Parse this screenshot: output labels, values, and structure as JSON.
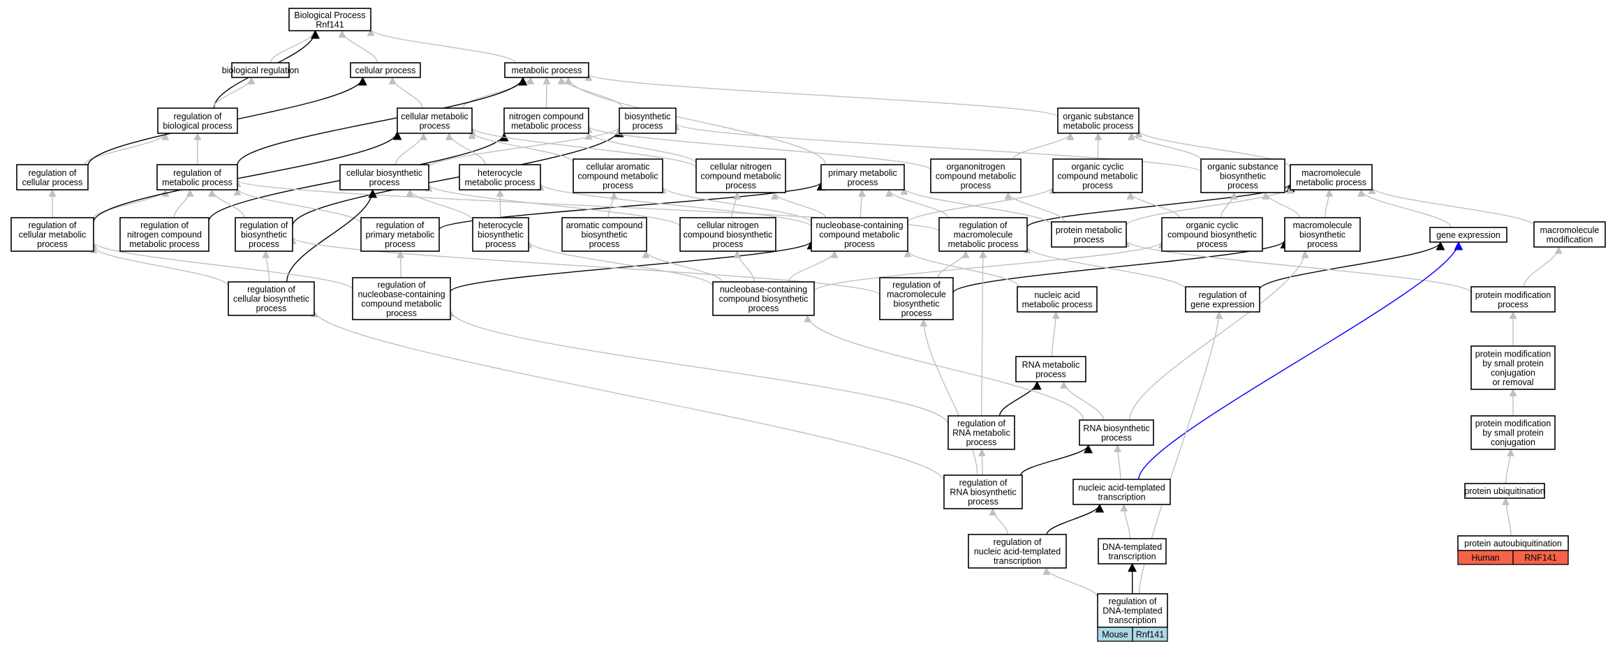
{
  "nodes": [
    {
      "id": "bp",
      "lines": [
        "Biological Process",
        "Rnf141"
      ]
    },
    {
      "id": "bioreg",
      "lines": [
        "biological regulation"
      ]
    },
    {
      "id": "cellproc",
      "lines": [
        "cellular process"
      ]
    },
    {
      "id": "metproc",
      "lines": [
        "metabolic process"
      ]
    },
    {
      "id": "regbio",
      "lines": [
        "regulation of",
        "biological process"
      ]
    },
    {
      "id": "cellmet",
      "lines": [
        "cellular metabolic",
        "process"
      ]
    },
    {
      "id": "nitro",
      "lines": [
        "nitrogen compound",
        "metabolic process"
      ]
    },
    {
      "id": "biosyn",
      "lines": [
        "biosynthetic",
        "process"
      ]
    },
    {
      "id": "orgsub",
      "lines": [
        "organic substance",
        "metabolic process"
      ]
    },
    {
      "id": "regcell",
      "lines": [
        "regulation of",
        "cellular process"
      ]
    },
    {
      "id": "regmet",
      "lines": [
        "regulation of",
        "metabolic process"
      ]
    },
    {
      "id": "cellbiosyn",
      "lines": [
        "cellular biosynthetic",
        "process"
      ]
    },
    {
      "id": "hetmet",
      "lines": [
        "heterocycle",
        "metabolic process"
      ]
    },
    {
      "id": "cellarom",
      "lines": [
        "cellular aromatic",
        "compound metabolic",
        "process"
      ]
    },
    {
      "id": "cellnitro",
      "lines": [
        "cellular nitrogen",
        "compound metabolic",
        "process"
      ]
    },
    {
      "id": "primary",
      "lines": [
        "primary metabolic",
        "process"
      ]
    },
    {
      "id": "organonitro",
      "lines": [
        "organonitrogen",
        "compound metabolic",
        "process"
      ]
    },
    {
      "id": "orgcyc",
      "lines": [
        "organic cyclic",
        "compound metabolic",
        "process"
      ]
    },
    {
      "id": "orgsubbio",
      "lines": [
        "organic substance",
        "biosynthetic",
        "process"
      ]
    },
    {
      "id": "macromet",
      "lines": [
        "macromolecule",
        "metabolic process"
      ]
    },
    {
      "id": "regcellmet",
      "lines": [
        "regulation of",
        "cellular metabolic",
        "process"
      ]
    },
    {
      "id": "regnitro",
      "lines": [
        "regulation of",
        "nitrogen compound",
        "metabolic process"
      ]
    },
    {
      "id": "regbiosyn",
      "lines": [
        "regulation of",
        "biosynthetic",
        "process"
      ]
    },
    {
      "id": "regprim",
      "lines": [
        "regulation of",
        "primary metabolic",
        "process"
      ]
    },
    {
      "id": "hetbio",
      "lines": [
        "heterocycle",
        "biosynthetic",
        "process"
      ]
    },
    {
      "id": "arombio",
      "lines": [
        "aromatic compound",
        "biosynthetic",
        "process"
      ]
    },
    {
      "id": "cellnitrobio",
      "lines": [
        "cellular nitrogen",
        "compound biosynthetic",
        "process"
      ]
    },
    {
      "id": "nucmet",
      "lines": [
        "nucleobase-containing",
        "compound metabolic",
        "process"
      ]
    },
    {
      "id": "regmacromet",
      "lines": [
        "regulation of",
        "macromolecule",
        "metabolic process"
      ]
    },
    {
      "id": "protmet",
      "lines": [
        "protein metabolic",
        "process"
      ]
    },
    {
      "id": "orgcycbio",
      "lines": [
        "organic cyclic",
        "compound biosynthetic",
        "process"
      ]
    },
    {
      "id": "macrobio",
      "lines": [
        "macromolecule",
        "biosynthetic",
        "process"
      ]
    },
    {
      "id": "geneexp",
      "lines": [
        "gene expression"
      ]
    },
    {
      "id": "macromod",
      "lines": [
        "macromolecule",
        "modification"
      ]
    },
    {
      "id": "regcellbio",
      "lines": [
        "regulation of",
        "cellular biosynthetic",
        "process"
      ]
    },
    {
      "id": "regnucmet",
      "lines": [
        "regulation of",
        "nucleobase-containing",
        "compound metabolic",
        "process"
      ]
    },
    {
      "id": "nucbio",
      "lines": [
        "nucleobase-containing",
        "compound biosynthetic",
        "process"
      ]
    },
    {
      "id": "regmacrobio",
      "lines": [
        "regulation of",
        "macromolecule",
        "biosynthetic",
        "process"
      ]
    },
    {
      "id": "nucacidmet",
      "lines": [
        "nucleic acid",
        "metabolic process"
      ]
    },
    {
      "id": "reggeneexp",
      "lines": [
        "regulation of",
        "gene expression"
      ]
    },
    {
      "id": "protmod",
      "lines": [
        "protein modification",
        "process"
      ]
    },
    {
      "id": "rnamet",
      "lines": [
        "RNA metabolic",
        "process"
      ]
    },
    {
      "id": "protmodsmall",
      "lines": [
        "protein modification",
        "by small protein",
        "conjugation",
        "or removal"
      ]
    },
    {
      "id": "regrnamet",
      "lines": [
        "regulation of",
        "RNA metabolic",
        "process"
      ]
    },
    {
      "id": "rnabio",
      "lines": [
        "RNA biosynthetic",
        "process"
      ]
    },
    {
      "id": "protmodconj",
      "lines": [
        "protein modification",
        "by small protein",
        "conjugation"
      ]
    },
    {
      "id": "regrnabio",
      "lines": [
        "regulation of",
        "RNA biosynthetic",
        "process"
      ]
    },
    {
      "id": "nuctx",
      "lines": [
        "nucleic acid-templated",
        "transcription"
      ]
    },
    {
      "id": "protubiq",
      "lines": [
        "protein ubiquitination"
      ]
    },
    {
      "id": "regnuctx",
      "lines": [
        "regulation of",
        "nucleic acid-templated",
        "transcription"
      ]
    },
    {
      "id": "dnatx",
      "lines": [
        "DNA-templated",
        "transcription"
      ]
    },
    {
      "id": "protauto",
      "lines": [
        "protein autoubiquitination"
      ]
    },
    {
      "id": "regdnatx",
      "lines": [
        "regulation of",
        "DNA-templated",
        "transcription"
      ]
    }
  ],
  "annotations": [
    {
      "node": "regdnatx",
      "organism": "Mouse",
      "gene": "Rnf141",
      "color": "#add8e6"
    },
    {
      "node": "protauto",
      "organism": "Human",
      "gene": "RNF141",
      "color": "#f4634a"
    }
  ],
  "edges": [
    [
      "bioreg",
      "bp",
      "g"
    ],
    [
      "cellproc",
      "bp",
      "g"
    ],
    [
      "metproc",
      "bp",
      "g"
    ],
    [
      "regbio",
      "bp",
      "k"
    ],
    [
      "regbio",
      "bioreg",
      "g"
    ],
    [
      "cellmet",
      "cellproc",
      "g"
    ],
    [
      "cellmet",
      "metproc",
      "g"
    ],
    [
      "nitro",
      "metproc",
      "g"
    ],
    [
      "biosyn",
      "metproc",
      "g"
    ],
    [
      "orgsub",
      "metproc",
      "g"
    ],
    [
      "primary",
      "metproc",
      "g"
    ],
    [
      "macromet",
      "orgsub",
      "g"
    ],
    [
      "regcell",
      "regbio",
      "g"
    ],
    [
      "regcell",
      "cellproc",
      "k"
    ],
    [
      "regmet",
      "regbio",
      "g"
    ],
    [
      "regmet",
      "metproc",
      "k"
    ],
    [
      "regcellmet",
      "regcell",
      "g"
    ],
    [
      "regcellmet",
      "regmet",
      "g"
    ],
    [
      "regcellmet",
      "cellmet",
      "k"
    ],
    [
      "regnitro",
      "regmet",
      "g"
    ],
    [
      "regnitro",
      "nitro",
      "k"
    ],
    [
      "regbiosyn",
      "regmet",
      "g"
    ],
    [
      "regbiosyn",
      "biosyn",
      "k"
    ],
    [
      "regprim",
      "regmet",
      "g"
    ],
    [
      "regprim",
      "primary",
      "k"
    ],
    [
      "cellbiosyn",
      "cellmet",
      "g"
    ],
    [
      "cellbiosyn",
      "biosyn",
      "g"
    ],
    [
      "hetmet",
      "cellmet",
      "g"
    ],
    [
      "cellarom",
      "cellmet",
      "g"
    ],
    [
      "cellnitro",
      "cellmet",
      "g"
    ],
    [
      "cellnitro",
      "nitro",
      "g"
    ],
    [
      "organonitro",
      "nitro",
      "g"
    ],
    [
      "organonitro",
      "orgsub",
      "g"
    ],
    [
      "orgcyc",
      "orgsub",
      "g"
    ],
    [
      "orgsubbio",
      "orgsub",
      "g"
    ],
    [
      "orgsubbio",
      "biosyn",
      "g"
    ],
    [
      "hetbio",
      "hetmet",
      "g"
    ],
    [
      "hetbio",
      "cellbiosyn",
      "g"
    ],
    [
      "arombio",
      "cellarom",
      "g"
    ],
    [
      "cellnitrobio",
      "cellnitro",
      "g"
    ],
    [
      "cellnitrobio",
      "cellbiosyn",
      "g"
    ],
    [
      "nucmet",
      "hetmet",
      "g"
    ],
    [
      "nucmet",
      "cellarom",
      "g"
    ],
    [
      "nucmet",
      "primary",
      "g"
    ],
    [
      "nucmet",
      "orgcyc",
      "g"
    ],
    [
      "nucmet",
      "cellnitro",
      "g"
    ],
    [
      "regmacromet",
      "regmet",
      "g"
    ],
    [
      "regmacromet",
      "macromet",
      "k"
    ],
    [
      "regmacromet",
      "primary",
      "g"
    ],
    [
      "protmet",
      "organonitro",
      "g"
    ],
    [
      "protmet",
      "primary",
      "g"
    ],
    [
      "protmet",
      "macromet",
      "g"
    ],
    [
      "orgcycbio",
      "orgcyc",
      "g"
    ],
    [
      "orgcycbio",
      "orgsubbio",
      "g"
    ],
    [
      "macrobio",
      "orgsubbio",
      "g"
    ],
    [
      "macrobio",
      "macromet",
      "g"
    ],
    [
      "geneexp",
      "macromet",
      "g"
    ],
    [
      "macromod",
      "macromet",
      "g"
    ],
    [
      "regcellbio",
      "regcellmet",
      "g"
    ],
    [
      "regcellbio",
      "regbiosyn",
      "g"
    ],
    [
      "regcellbio",
      "cellbiosyn",
      "k"
    ],
    [
      "regnucmet",
      "regprim",
      "g"
    ],
    [
      "regnucmet",
      "regcellmet",
      "g"
    ],
    [
      "regnucmet",
      "nucmet",
      "k"
    ],
    [
      "nucbio",
      "nucmet",
      "g"
    ],
    [
      "nucbio",
      "hetbio",
      "g"
    ],
    [
      "nucbio",
      "arombio",
      "g"
    ],
    [
      "nucbio",
      "cellnitrobio",
      "g"
    ],
    [
      "nucbio",
      "orgcycbio",
      "g"
    ],
    [
      "regmacrobio",
      "regmacromet",
      "g"
    ],
    [
      "regmacrobio",
      "macrobio",
      "k"
    ],
    [
      "regmacrobio",
      "regbiosyn",
      "g"
    ],
    [
      "nucacidmet",
      "nucmet",
      "g"
    ],
    [
      "reggeneexp",
      "geneexp",
      "k"
    ],
    [
      "reggeneexp",
      "regmacromet",
      "g"
    ],
    [
      "protmod",
      "protmet",
      "g"
    ],
    [
      "protmod",
      "macromod",
      "g"
    ],
    [
      "rnamet",
      "nucacidmet",
      "g"
    ],
    [
      "protmodsmall",
      "protmod",
      "g"
    ],
    [
      "regrnamet",
      "rnamet",
      "k"
    ],
    [
      "regrnamet",
      "regnucmet",
      "g"
    ],
    [
      "regrnamet",
      "regmacromet",
      "g"
    ],
    [
      "rnabio",
      "rnamet",
      "g"
    ],
    [
      "rnabio",
      "nucbio",
      "g"
    ],
    [
      "rnabio",
      "macrobio",
      "g"
    ],
    [
      "protmodconj",
      "protmodsmall",
      "g"
    ],
    [
      "regrnabio",
      "regrnamet",
      "g"
    ],
    [
      "regrnabio",
      "rnabio",
      "k"
    ],
    [
      "regrnabio",
      "regcellbio",
      "g"
    ],
    [
      "regrnabio",
      "regmacrobio",
      "g"
    ],
    [
      "nuctx",
      "rnabio",
      "g"
    ],
    [
      "nuctx",
      "geneexp",
      "b"
    ],
    [
      "protubiq",
      "protmodconj",
      "g"
    ],
    [
      "regnuctx",
      "regrnabio",
      "g"
    ],
    [
      "regnuctx",
      "nuctx",
      "k"
    ],
    [
      "dnatx",
      "nuctx",
      "g"
    ],
    [
      "protauto",
      "protubiq",
      "g"
    ],
    [
      "regdnatx",
      "regnuctx",
      "g"
    ],
    [
      "regdnatx",
      "dnatx",
      "k"
    ],
    [
      "regdnatx",
      "reggeneexp",
      "g"
    ]
  ],
  "edge_colors": {
    "g": "#c0c0c0",
    "k": "#000000",
    "b": "#0000ff"
  }
}
